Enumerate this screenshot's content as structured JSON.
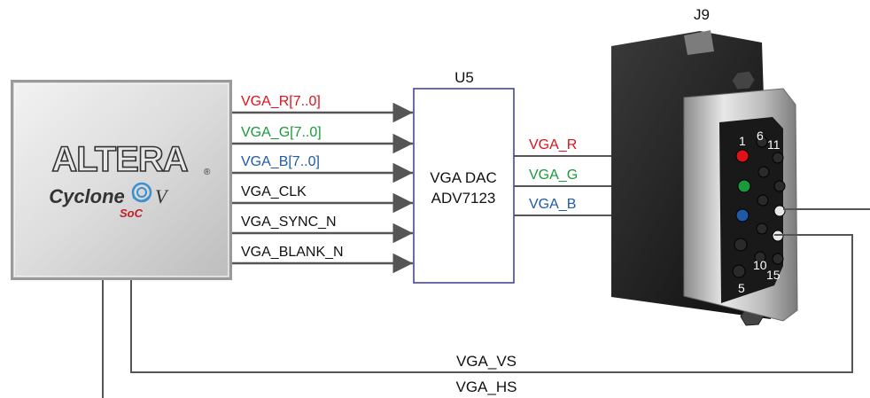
{
  "fpga": {
    "brand": "ALTERA",
    "family": "Cyclone",
    "family_suffix": "V",
    "sub": "SoC",
    "reg": "®"
  },
  "dac": {
    "ref": "U5",
    "line1": "VGA DAC",
    "line2": "ADV7123"
  },
  "connector": {
    "ref": "J9",
    "pins": [
      "1",
      "6",
      "11",
      "10",
      "15",
      "5"
    ]
  },
  "inputs": [
    {
      "label": "VGA_R[7..0]",
      "color": "#e0101a"
    },
    {
      "label": "VGA_G[7..0]",
      "color": "#1a9a3a"
    },
    {
      "label": "VGA_B[7..0]",
      "color": "#1f5aa8"
    },
    {
      "label": "VGA_CLK",
      "color": "#111111"
    },
    {
      "label": "VGA_SYNC_N",
      "color": "#111111"
    },
    {
      "label": "VGA_BLANK_N",
      "color": "#111111"
    }
  ],
  "outputs": [
    {
      "label": "VGA_R",
      "color": "#e0101a"
    },
    {
      "label": "VGA_G",
      "color": "#1a9a3a"
    },
    {
      "label": "VGA_B",
      "color": "#1f5aa8"
    }
  ],
  "sync": {
    "vs": "VGA_VS",
    "hs": "VGA_HS"
  },
  "colors": {
    "wire": "#555555",
    "dac_border": "#3a3a8c",
    "red": "#e0101a",
    "green": "#1a9a3a",
    "blue": "#1f5aa8"
  }
}
